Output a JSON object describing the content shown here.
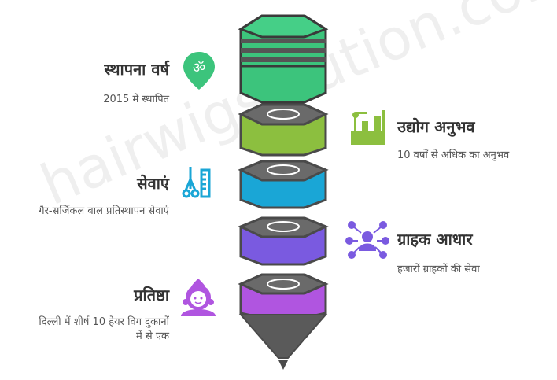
{
  "watermark": "hairwigsolution.co.in",
  "colors": {
    "outline": "#4a4a4a",
    "top_green": "#3cc47c",
    "lime": "#8cbf3f",
    "blue": "#1aa6d6",
    "violet": "#7a5ae0",
    "purple": "#b055e0",
    "cone": "#555555"
  },
  "items": [
    {
      "id": "foundation",
      "title": "स्थापना वर्ष",
      "desc": "2015 में स्थापित",
      "icon": "om-icon",
      "color": "#3cc47c"
    },
    {
      "id": "experience",
      "title": "उद्योग अनुभव",
      "desc": "10 वर्षों से अधिक का अनुभव",
      "icon": "industry-icon",
      "color": "#8cbf3f"
    },
    {
      "id": "services",
      "title": "सेवाएं",
      "desc": "गैर-सर्जिकल बाल प्रतिस्थापन सेवाएं",
      "icon": "hair-tools-icon",
      "color": "#1aa6d6"
    },
    {
      "id": "customers",
      "title": "ग्राहक आधार",
      "desc": "हजारों ग्राहकों की सेवा",
      "icon": "network-icon",
      "color": "#7a5ae0"
    },
    {
      "id": "reputation",
      "title": "प्रतिष्ठा",
      "desc": [
        "दिल्ली में शीर्ष 10 हेयर विग दुकानों",
        "में से एक"
      ],
      "icon": "woman-icon",
      "color": "#b055e0"
    }
  ]
}
